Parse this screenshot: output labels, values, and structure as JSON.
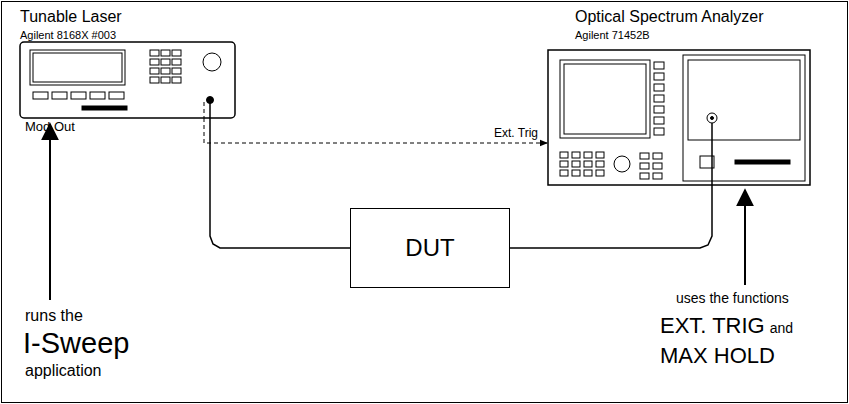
{
  "diagram": {
    "nodes": [
      {
        "text": [
          "Tunable Laser",
          "Agilent 8168X #003"
        ]
      },
      {
        "text": [
          "Optical Spectrum Analyzer",
          "Agilent 71452B"
        ]
      },
      {
        "text": [
          "DUT"
        ]
      }
    ],
    "edges": [
      {
        "from": 0,
        "to": 2,
        "arrow": "none"
      },
      {
        "from": 2,
        "to": 1,
        "arrow": "none"
      },
      {
        "from": 0,
        "to": 1,
        "label": "Ext. Trig",
        "arrow": "to"
      }
    ],
    "labels": [
      "Mod Out",
      "runs the",
      "I-Sweep",
      "application",
      "uses the functions",
      "EXT. TRIG",
      "and",
      "MAX HOLD"
    ]
  }
}
